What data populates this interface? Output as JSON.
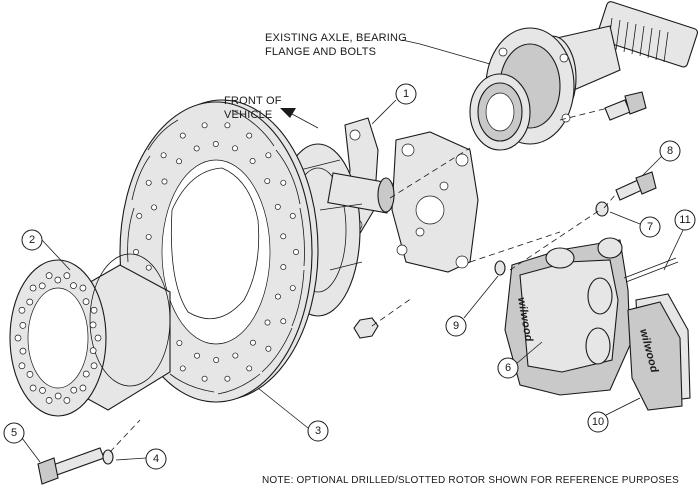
{
  "labels": {
    "axle_line1": "EXISTING AXLE, BEARING",
    "axle_line2": "FLANGE AND BOLTS",
    "front_line1": "FRONT OF",
    "front_line2": "VEHICLE",
    "note": "NOTE: OPTIONAL DRILLED/SLOTTED ROTOR SHOWN FOR REFERENCE PURPOSES"
  },
  "callouts": [
    "1",
    "2",
    "3",
    "4",
    "5",
    "6",
    "7",
    "8",
    "9",
    "10",
    "11"
  ],
  "parts": {
    "caliper_logo": "wilwood",
    "pad_logo": "wilwood"
  }
}
